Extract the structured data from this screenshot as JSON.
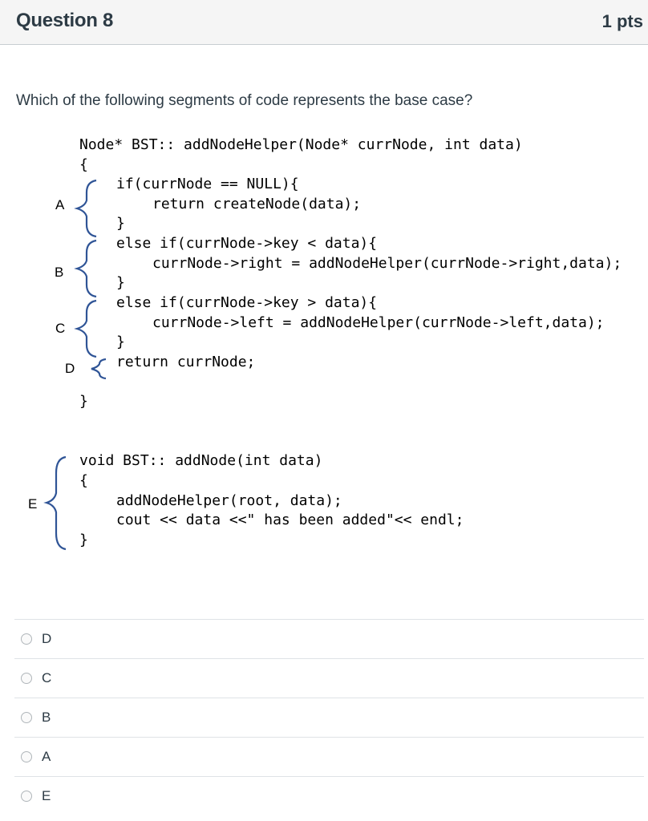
{
  "question": {
    "title": "Question 8",
    "points": "1 pts",
    "prompt": "Which of the following segments of code represents the base case?"
  },
  "code": {
    "block1": [
      "Node* BST:: addNodeHelper(Node* currNode, int data)",
      "{",
      "if(currNode == NULL){",
      "return createNode(data);",
      "}",
      "else if(currNode->key < data){",
      "currNode->right = addNodeHelper(currNode->right,data);",
      "}",
      "else if(currNode->key > data){",
      "currNode->left = addNodeHelper(currNode->left,data);",
      "}",
      "return currNode;",
      "}"
    ],
    "block2": [
      "void BST:: addNode(int data)",
      "{",
      "addNodeHelper(root, data);",
      "cout << data <<\" has been added\"<< endl;",
      "}"
    ],
    "segment_labels": [
      "A",
      "B",
      "C",
      "D",
      "E"
    ],
    "brace_color": "#2f5496"
  },
  "answers": [
    {
      "label": "D",
      "selected": false
    },
    {
      "label": "C",
      "selected": false
    },
    {
      "label": "B",
      "selected": false
    },
    {
      "label": "A",
      "selected": false
    },
    {
      "label": "E",
      "selected": false
    }
  ]
}
